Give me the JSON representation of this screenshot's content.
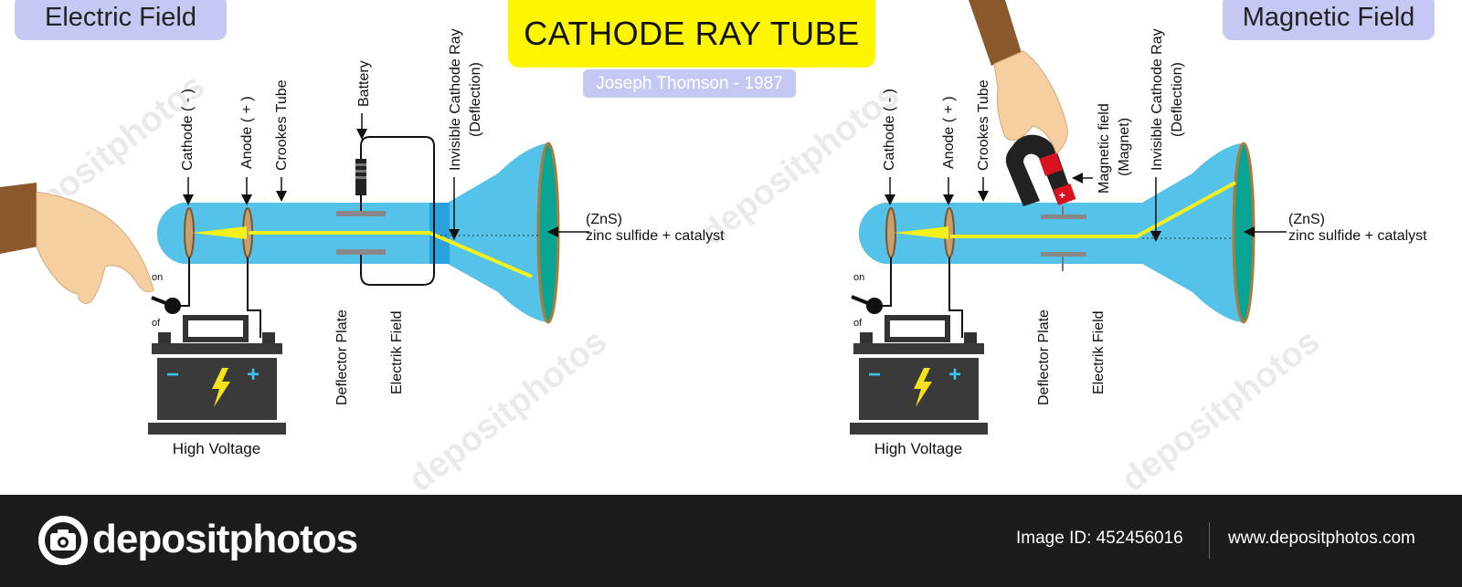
{
  "header": {
    "title": "CATHODE RAY TUBE",
    "subtitle": "Joseph Thomson - 1987",
    "left_panel_title": "Electric Field",
    "right_panel_title": "Magnetic Field"
  },
  "left_diagram": {
    "labels": {
      "cathode": "Cathode ( - )",
      "anode": "Anode ( + )",
      "crookes_tube": "Crookes Tube",
      "battery": "Battery",
      "invisible_ray_1": "Invisible Cathode Ray",
      "invisible_ray_2": "(Deflection)",
      "zns_1": "(ZnS)",
      "zns_2": "zinc sulfide + catalyst",
      "deflector_plate": "Deflector Plate",
      "electrik_field": "Electrik Field",
      "high_voltage": "High Voltage",
      "switch_on": "on",
      "switch_off": "of"
    }
  },
  "right_diagram": {
    "labels": {
      "cathode": "Cathode ( - )",
      "anode": "Anode ( + )",
      "crookes_tube": "Crookes Tube",
      "magnetic_field_1": "Magnetic field",
      "magnetic_field_2": "(Magnet)",
      "invisible_ray_1": "Invisible Cathode Ray",
      "invisible_ray_2": "(Deflection)",
      "zns_1": "(ZnS)",
      "zns_2": "zinc sulfide + catalyst",
      "deflector_plate": "Deflector Plate",
      "electrik_field": "Electrik Field",
      "high_voltage": "High Voltage",
      "switch_on": "on",
      "switch_off": "of"
    }
  },
  "watermark": "depositphotos",
  "footer": {
    "brand": "depositphotos",
    "image_id": "Image ID: 452456016",
    "url": "www.depositphotos.com"
  },
  "colors": {
    "tube": "#55c2ea",
    "screen": "#0aa494",
    "beam": "#f5ef1a",
    "title_bg": "#fef500",
    "pill_bg": "#c4c8f3",
    "footer_bg": "#1c1c1c",
    "battery": "#3a3a3a",
    "magnet": "#d8121e"
  }
}
